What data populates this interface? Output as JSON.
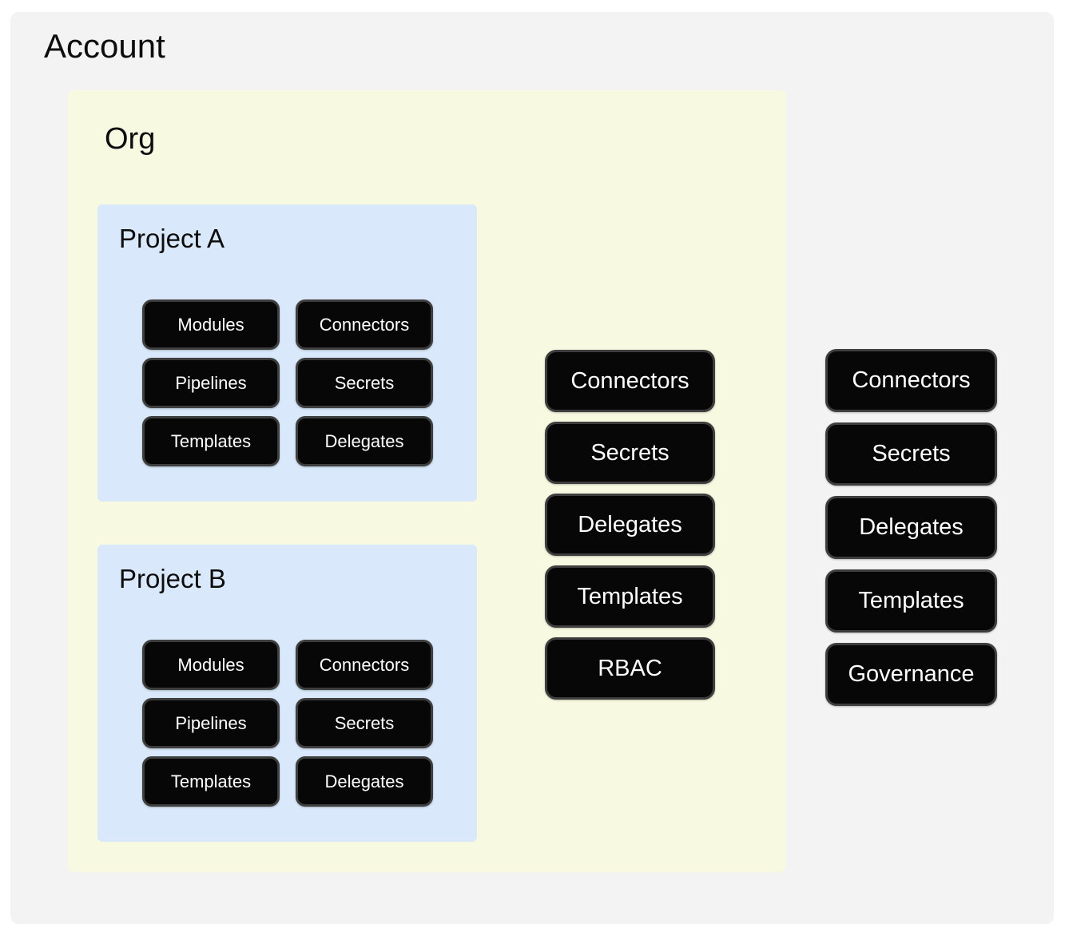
{
  "diagram": {
    "account": {
      "label": "Account",
      "resources": [
        "Connectors",
        "Secrets",
        "Delegates",
        "Templates",
        "Governance"
      ]
    },
    "org": {
      "label": "Org",
      "resources": [
        "Connectors",
        "Secrets",
        "Delegates",
        "Templates",
        "RBAC"
      ]
    },
    "projects": [
      {
        "label": "Project A",
        "resources": [
          "Modules",
          "Connectors",
          "Pipelines",
          "Secrets",
          "Templates",
          "Delegates"
        ]
      },
      {
        "label": "Project B",
        "resources": [
          "Modules",
          "Connectors",
          "Pipelines",
          "Secrets",
          "Templates",
          "Delegates"
        ]
      }
    ],
    "colors": {
      "page_bg": "#ffffff",
      "account_bg": "#f3f3f4",
      "org_bg": "#f7f9e1",
      "project_bg": "#d9e9fb",
      "node_bg": "#070707",
      "node_border": "#3e3e3e",
      "node_text": "#ffffff",
      "title_text": "#0d0d0d"
    }
  }
}
